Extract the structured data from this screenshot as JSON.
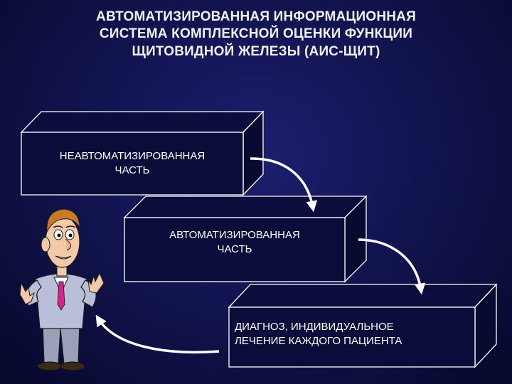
{
  "title": {
    "line1": "АВТОМАТИЗИРОВАННАЯ ИНФОРМАЦИОННАЯ",
    "line2": "СИСТЕМА КОМПЛЕКСНОЙ ОЦЕНКИ ФУНКЦИИ",
    "line3": "ЩИТОВИДНОЙ ЖЕЛЕЗЫ (АИС-ЩИТ)"
  },
  "blocks": [
    {
      "line1": "НЕАВТОМАТИЗИРОВАННАЯ",
      "line2": "ЧАСТЬ"
    },
    {
      "line1": "АВТОМАТИЗИРОВАННАЯ",
      "line2": "ЧАСТЬ"
    },
    {
      "line1": "ДИАГНОЗ, ИНДИВИДУАЛЬНОЕ",
      "line2": "ЛЕЧЕНИЕ КАЖДОГО ПАЦИЕНТА"
    }
  ],
  "colors": {
    "background": "#10124a",
    "box_fill": "#0a0c3a",
    "box_stroke": "#ffffff",
    "arrow": "#ffffff",
    "text": "#ffffff"
  },
  "icons": {
    "figure": "cartoon-man-shrugging",
    "arrows": "curved-arrow"
  }
}
